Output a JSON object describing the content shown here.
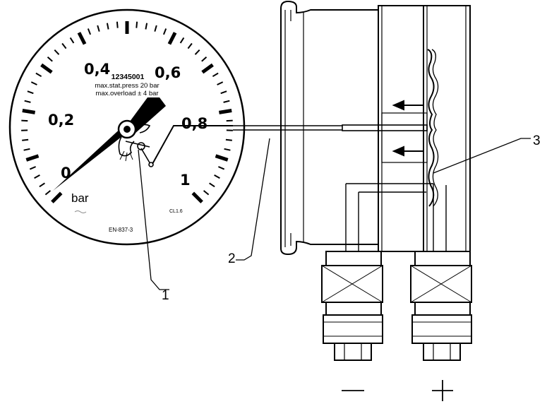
{
  "gauge": {
    "scale_labels": [
      "0",
      "0,2",
      "0,4",
      "0,6",
      "0,8",
      "1"
    ],
    "unit": "bar",
    "serial": "12345001",
    "max_static_pressure": "max.stat.press 20 bar",
    "max_overload": "max.overload ± 4 bar",
    "accuracy_class": "CL1.6",
    "standard": "EN-837-3"
  },
  "callouts": [
    "1",
    "2",
    "3"
  ],
  "ports": {
    "minus": "—",
    "plus": "+"
  }
}
